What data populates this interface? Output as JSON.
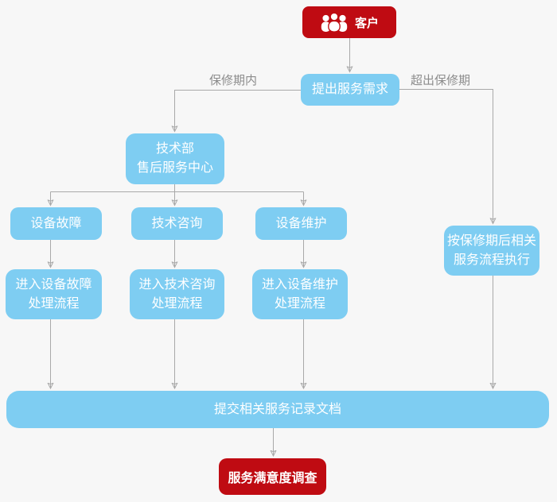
{
  "diagram": {
    "type": "flowchart",
    "background": "#F7F7F7",
    "colors": {
      "node_blue": "#7ECDF2",
      "node_red": "#BF0B12",
      "node_text": "#FFFFFF",
      "connector": "#A9A9A9",
      "edge_label_text": "#8C8C8C"
    },
    "nodes": {
      "customer": {
        "label": "客户",
        "icon": "users-icon",
        "color": "red"
      },
      "service_request": {
        "label": "提出服务需求",
        "color": "blue"
      },
      "tech_center": {
        "line1": "技术部",
        "line2": "售后服务中心",
        "color": "blue"
      },
      "fault": {
        "label": "设备故障",
        "color": "blue"
      },
      "consult": {
        "label": "技术咨询",
        "color": "blue"
      },
      "maintain": {
        "label": "设备维护",
        "color": "blue"
      },
      "fault_process": {
        "line1": "进入设备故障",
        "line2": "处理流程",
        "color": "blue"
      },
      "consult_process": {
        "line1": "进入技术咨询",
        "line2": "处理流程",
        "color": "blue"
      },
      "maintain_process": {
        "line1": "进入设备维护",
        "line2": "处理流程",
        "color": "blue"
      },
      "out_warranty_process": {
        "line1": "按保修期后相关",
        "line2": "服务流程执行",
        "color": "blue"
      },
      "submit_docs": {
        "label": "提交相关服务记录文档",
        "color": "blue"
      },
      "satisfaction_survey": {
        "label": "服务满意度调查",
        "color": "red"
      }
    },
    "edge_labels": {
      "in_warranty": "保修期内",
      "out_warranty": "超出保修期"
    }
  }
}
